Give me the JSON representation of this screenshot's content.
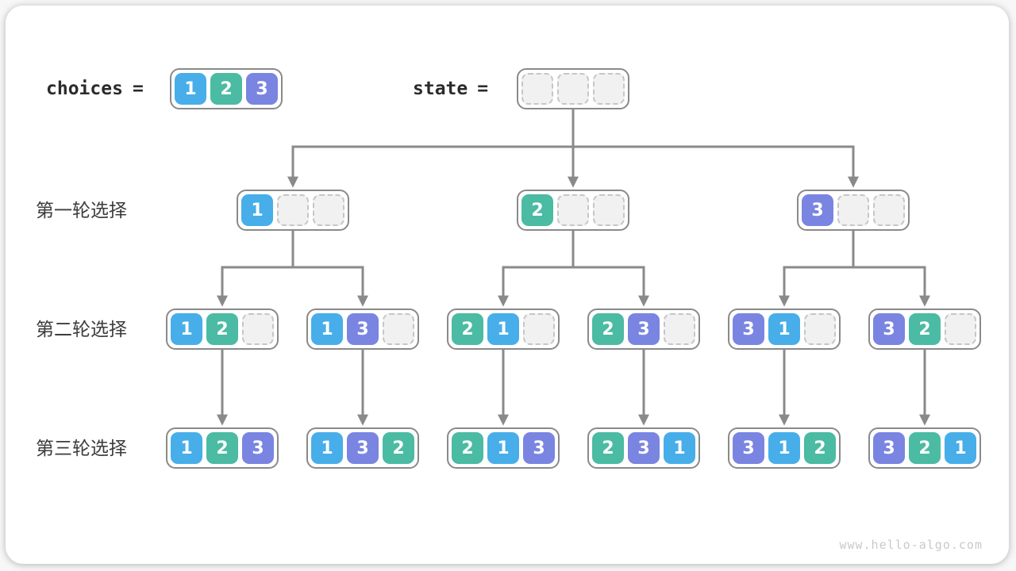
{
  "page": {
    "watermark": "www.hello-algo.com"
  },
  "colors": {
    "1": "#47aee9",
    "2": "#4bbba3",
    "3": "#7a85e1",
    "empty_bg": "#f1f1f1",
    "empty_border": "#c6c6c6",
    "arrow": "#8a8a8a"
  },
  "header": {
    "choices_label": "choices",
    "equals": "=",
    "choices": [
      "1",
      "2",
      "3"
    ],
    "state_label": "state",
    "state": [
      "",
      "",
      ""
    ]
  },
  "rows": [
    {
      "label": "第一轮选择",
      "nodes": [
        [
          "1",
          "",
          ""
        ],
        [
          "2",
          "",
          ""
        ],
        [
          "3",
          "",
          ""
        ]
      ]
    },
    {
      "label": "第二轮选择",
      "nodes": [
        [
          "1",
          "2",
          ""
        ],
        [
          "1",
          "3",
          ""
        ],
        [
          "2",
          "1",
          ""
        ],
        [
          "2",
          "3",
          ""
        ],
        [
          "3",
          "1",
          ""
        ],
        [
          "3",
          "2",
          ""
        ]
      ]
    },
    {
      "label": "第三轮选择",
      "nodes": [
        [
          "1",
          "2",
          "3"
        ],
        [
          "1",
          "3",
          "2"
        ],
        [
          "2",
          "1",
          "3"
        ],
        [
          "2",
          "3",
          "1"
        ],
        [
          "3",
          "1",
          "2"
        ],
        [
          "3",
          "2",
          "1"
        ]
      ]
    }
  ]
}
